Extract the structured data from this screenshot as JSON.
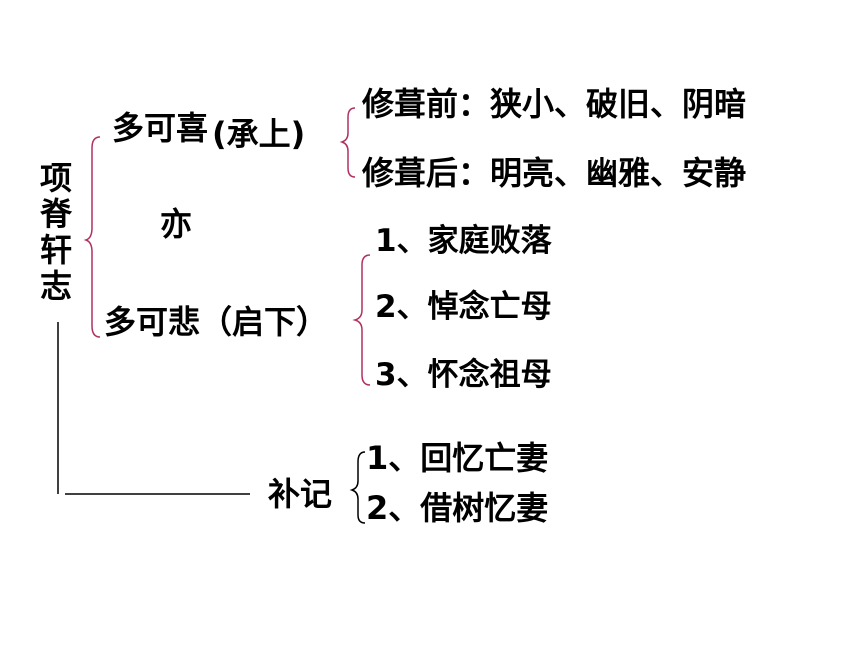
{
  "title": "项脊轩志",
  "branch_joy": {
    "label": "多可喜",
    "note": "(承上)",
    "items": [
      "修葺前：狭小、破旧、阴暗",
      "修葺后：明亮、幽雅、安静"
    ]
  },
  "connector": "亦",
  "branch_sorrow": {
    "label": "多可悲",
    "note": "（启下）",
    "items": [
      "1、家庭败落",
      "2、悼念亡母",
      "3、怀念祖母"
    ]
  },
  "supplement": {
    "label": "补记",
    "items": [
      "1、回忆亡妻",
      "2、借树忆妻"
    ]
  },
  "colors": {
    "bracket_pink": "#b03060",
    "line": "#000000",
    "text": "#000000"
  }
}
